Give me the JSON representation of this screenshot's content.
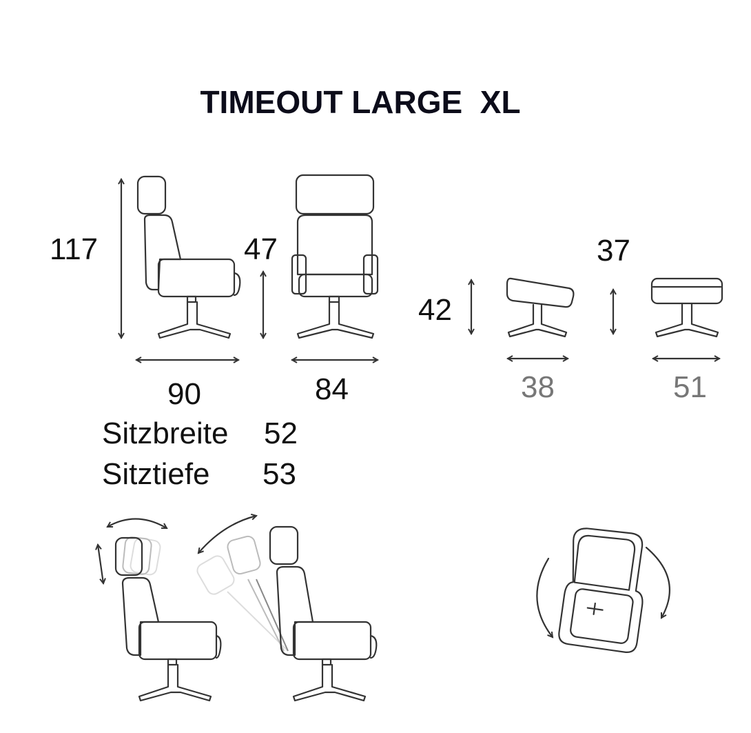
{
  "title": "TIMEOUT LARGE  XL",
  "dimensions": {
    "chair_height": "117",
    "chair_seat_height": "47",
    "stool_height_label": "37",
    "stool_left_height": "42",
    "chair_depth": "90",
    "chair_width": "84",
    "stool_depth": "38",
    "stool_width": "51"
  },
  "specs": [
    {
      "label": "Sitzbreite",
      "value": "52"
    },
    {
      "label": "Sitztiefe",
      "value": "53"
    }
  ],
  "colors": {
    "line": "#333333",
    "dim_gray": "#777777"
  }
}
